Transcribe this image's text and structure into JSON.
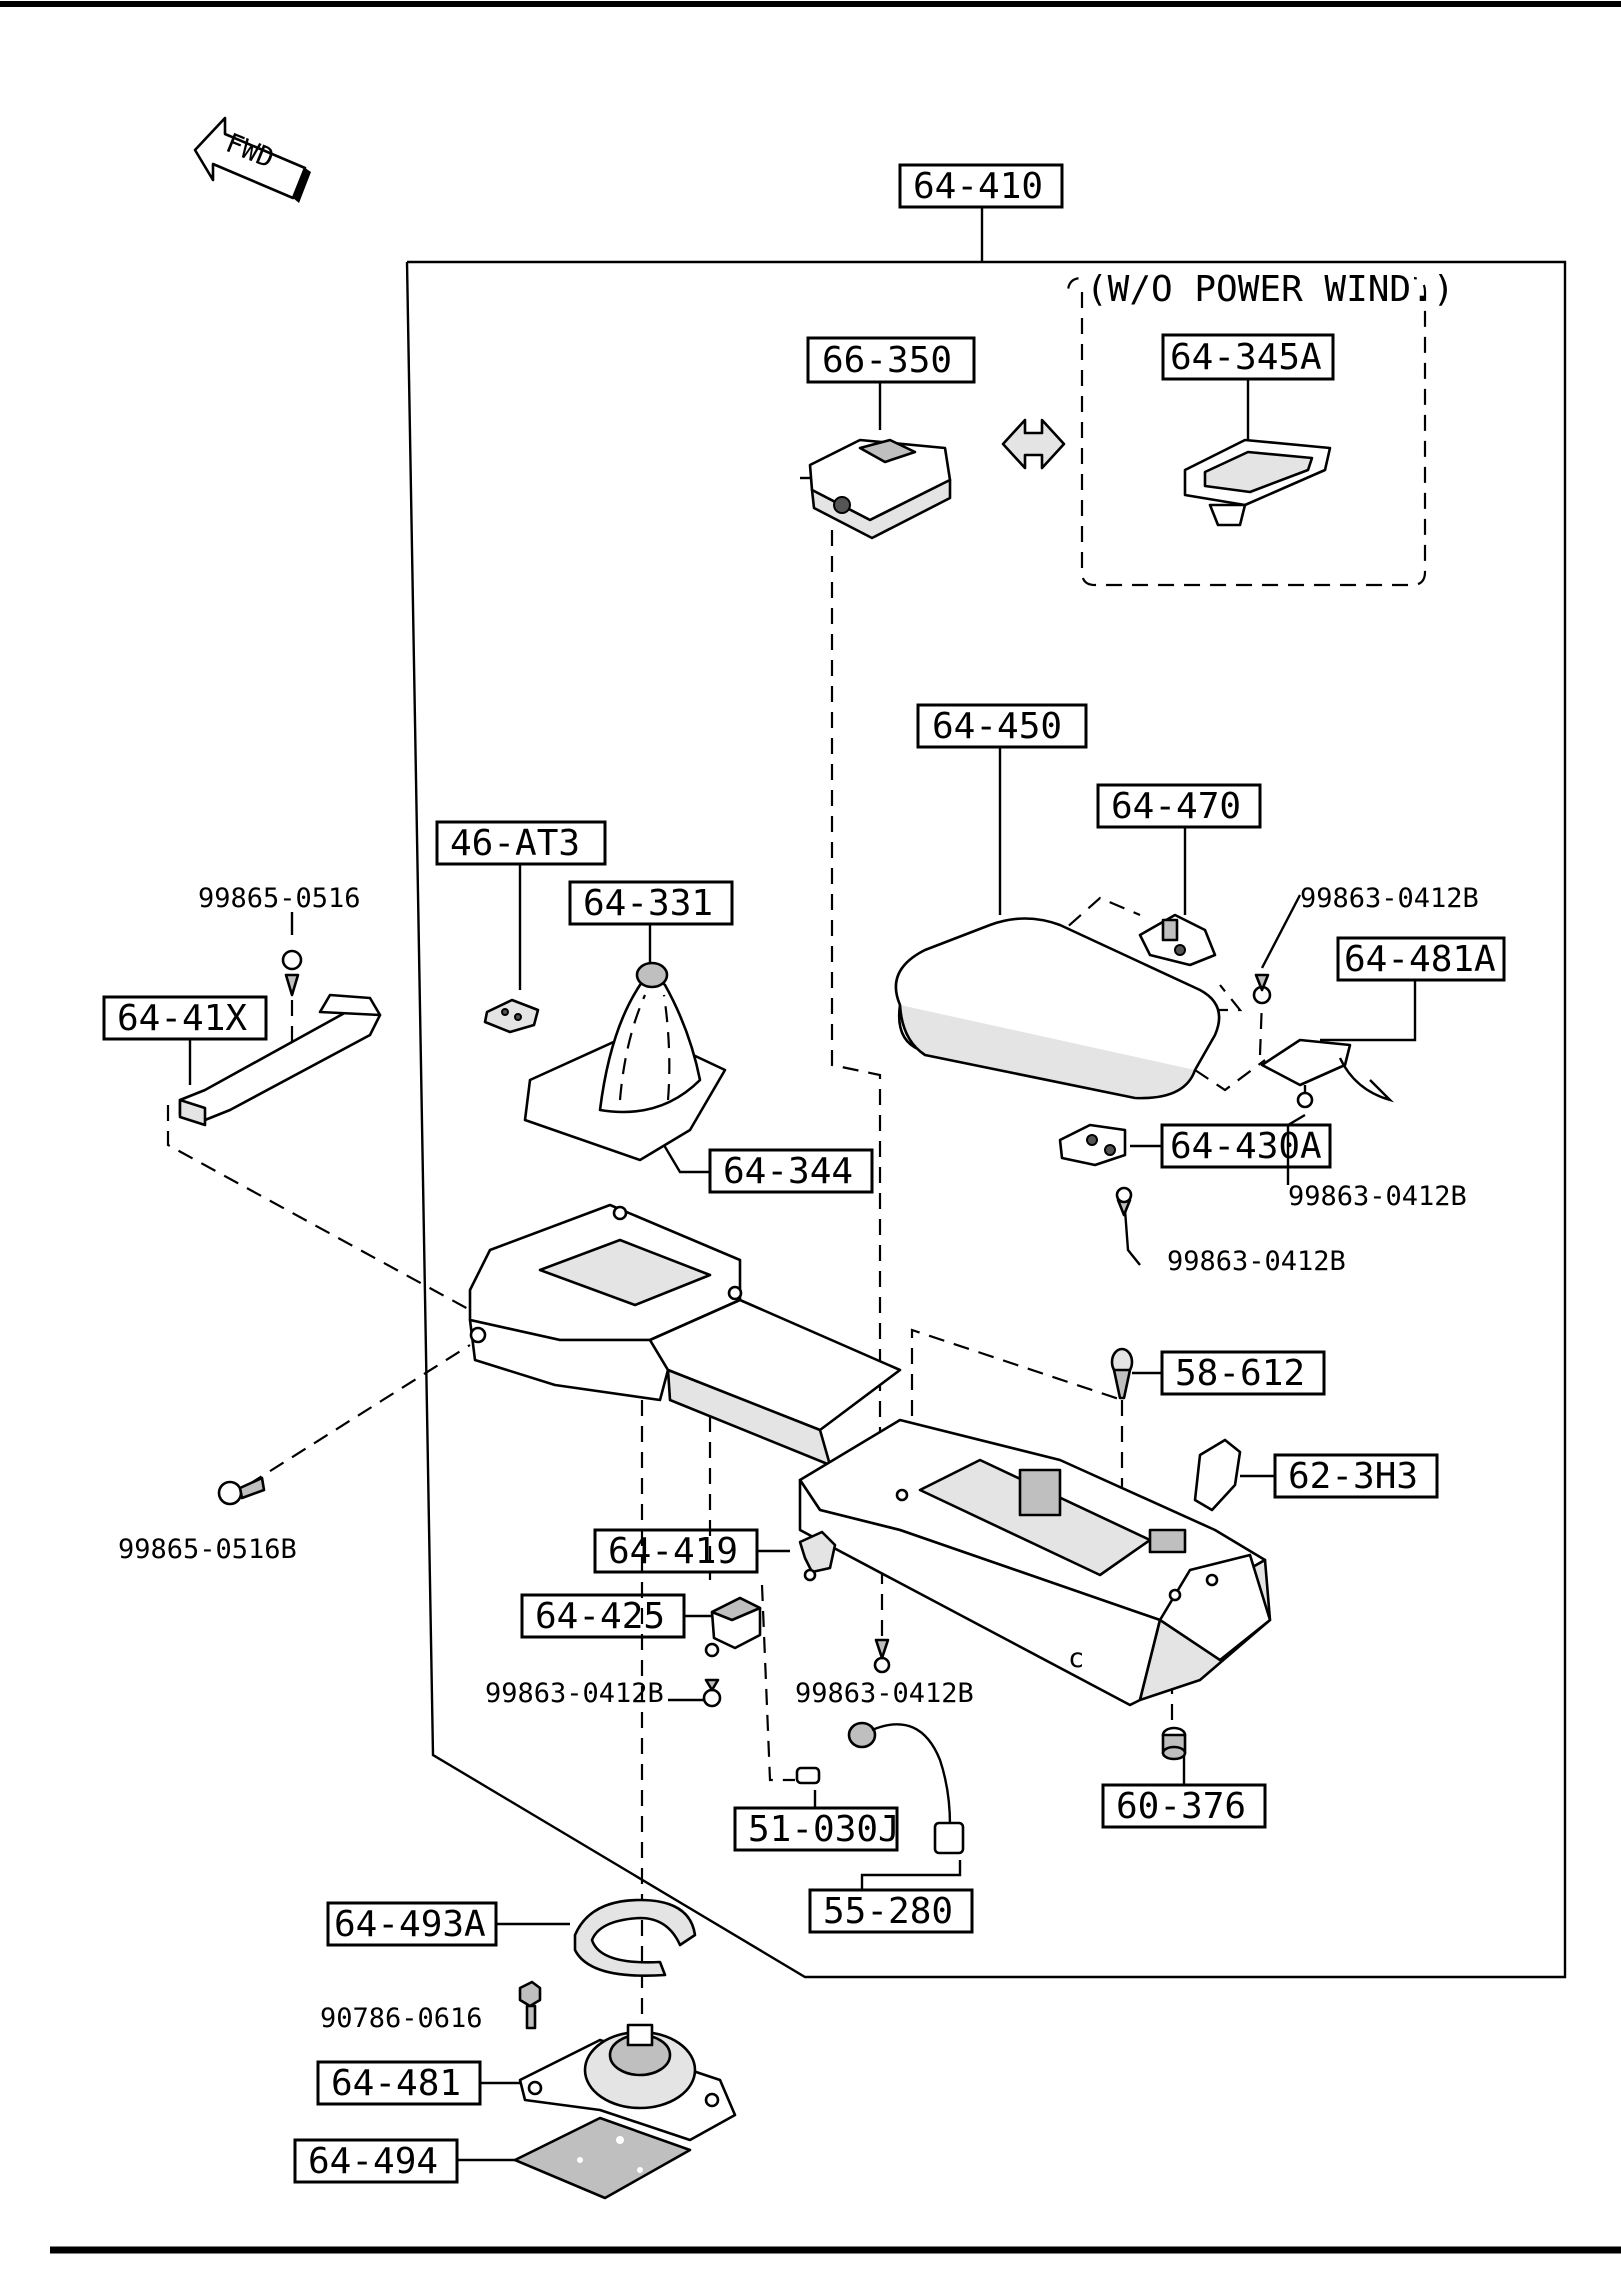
{
  "direction": {
    "label": "FWD"
  },
  "options": {
    "without_power_window": "(W/O POWER WIND.)"
  },
  "parts": {
    "p64_410": "64-410",
    "p66_350": "66-350",
    "p64_345A": "64-345A",
    "p64_450": "64-450",
    "p64_470": "64-470",
    "p64_481A": "64-481A",
    "p46_AT3": "46-AT3",
    "p64_331": "64-331",
    "p64_41X": "64-41X",
    "p64_344": "64-344",
    "p64_430A": "64-430A",
    "p58_612": "58-612",
    "p62_3H3": "62-3H3",
    "p64_419": "64-419",
    "p64_425": "64-425",
    "p60_376": "60-376",
    "p51_030J": "51-030J",
    "p55_280": "55-280",
    "p64_493A": "64-493A",
    "p64_481": "64-481",
    "p64_494": "64-494"
  },
  "fasteners": {
    "f99865_0516_top": "99865-0516",
    "f99863_0412B_a": "99863-0412B",
    "f99863_0412B_b": "99863-0412B",
    "f99863_0412B_c": "99863-0412B",
    "f99865_0516B": "99865-0516B",
    "f99863_0412B_d": "99863-0412B",
    "f99863_0412B_e": "99863-0412B",
    "f90786_0616": "90786-0616"
  }
}
